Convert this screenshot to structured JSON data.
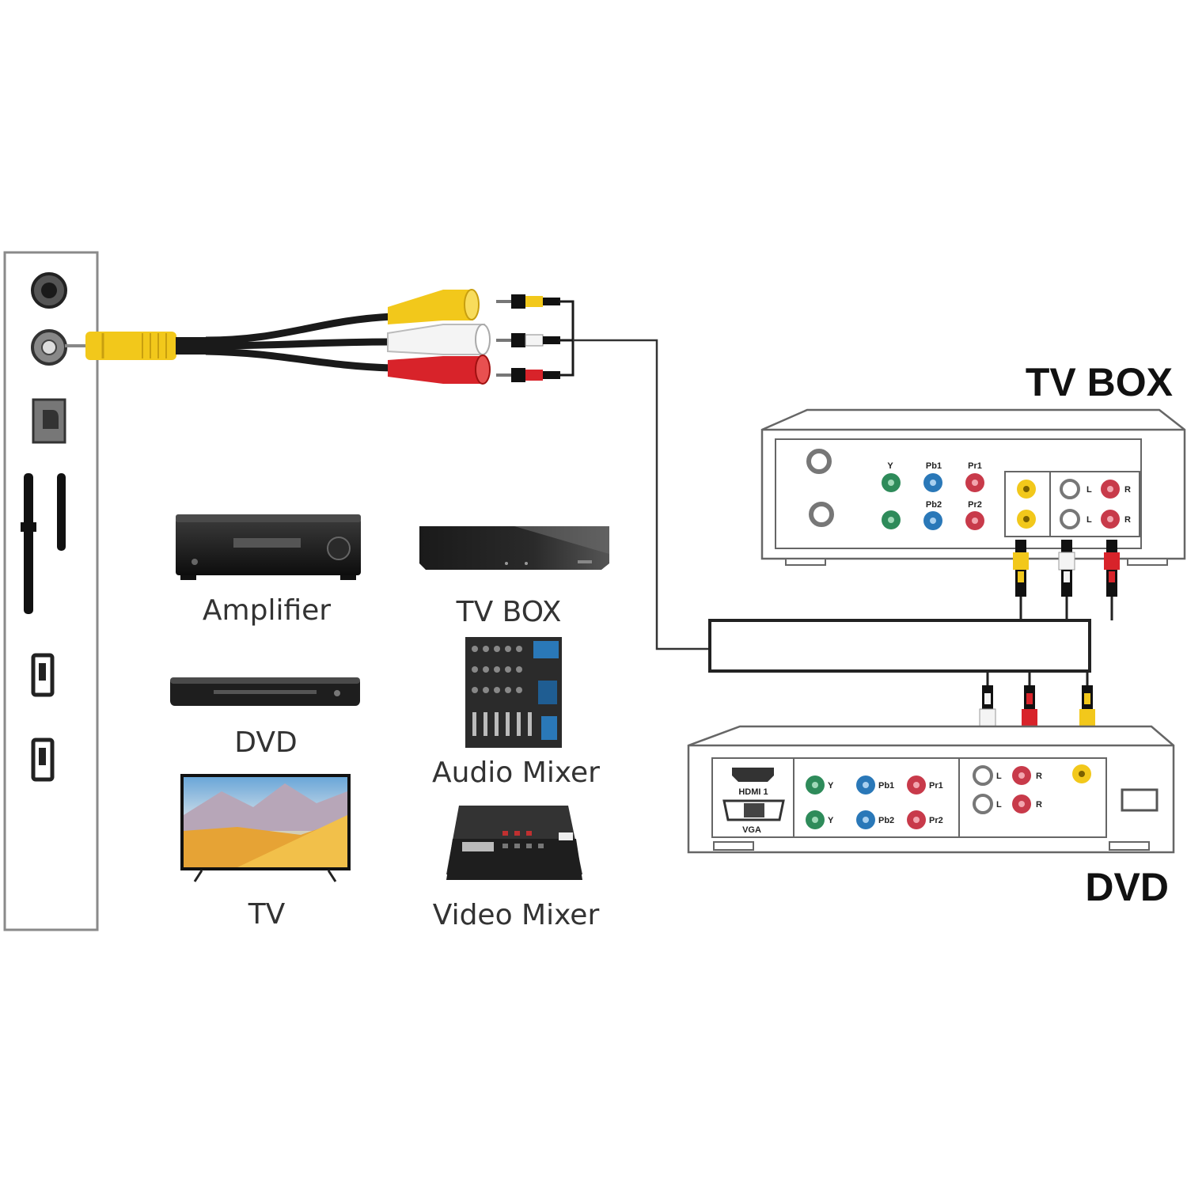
{
  "titles": {
    "tv_box": "TV BOX",
    "dvd": "DVD"
  },
  "devices": [
    {
      "label": "Amplifier"
    },
    {
      "label": "TV BOX"
    },
    {
      "label": "DVD"
    },
    {
      "label": "Audio Mixer"
    },
    {
      "label": "TV"
    },
    {
      "label": "Video Mixer"
    }
  ],
  "ports": {
    "tvbox": {
      "y": "Y",
      "pb1": "Pb1",
      "pr1": "Pr1",
      "pb2": "Pb2",
      "pr2": "Pr2",
      "l": "L",
      "r": "R"
    },
    "dvd": {
      "hdmi": "HDMI 1",
      "vga": "VGA",
      "y": "Y",
      "pb1": "Pb1",
      "pr1": "Pr1",
      "pb2": "Pb2",
      "pr2": "Pr2",
      "l": "L",
      "r": "R"
    }
  },
  "colors": {
    "yellow": "#f2c81b",
    "white": "#f4f4f4",
    "red": "#d8232a",
    "green": "#2e8b5a",
    "blue": "#2a78b8",
    "line": "#222222"
  }
}
